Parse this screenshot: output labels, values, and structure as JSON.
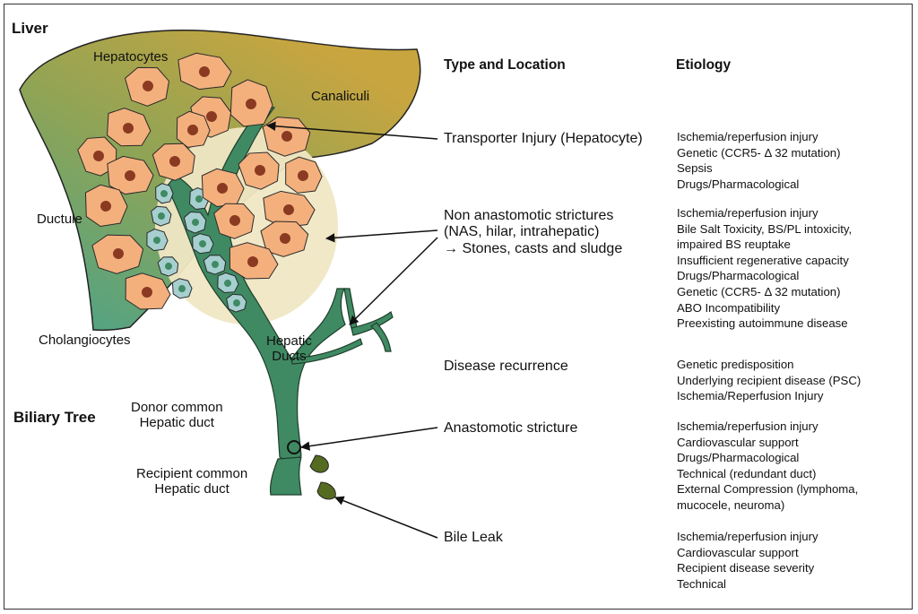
{
  "figure": {
    "sections": {
      "liver": "Liver",
      "biliary_tree": "Biliary Tree"
    },
    "anatomy": {
      "hepatocytes": "Hepatocytes",
      "canaliculi": "Canaliculi",
      "ductule": "Ductule",
      "cholangiocytes": "Cholangiocytes",
      "hepatic_ducts": "Hepatic\nDucts",
      "donor_duct": "Donor common\nHepatic duct",
      "recipient_duct": "Recipient common\nHepatic duct"
    },
    "headers": {
      "type_location": "Type and Location",
      "etiology": "Etiology"
    },
    "rows": [
      {
        "type": "Transporter Injury (Hepatocyte)",
        "etiology": [
          "Ischemia/reperfusion injury",
          "Genetic (CCR5- Δ 32 mutation)",
          "Sepsis",
          "Drugs/Pharmacological"
        ]
      },
      {
        "type": "Non anastomotic strictures\n(NAS, hilar, intrahepatic)\n→ Stones, casts and sludge",
        "etiology": [
          "Ischemia/reperfusion injury",
          "Bile Salt Toxicity, BS/PL intoxicity,\nimpaired BS reuptake",
          "Insufficient regenerative capacity",
          "Drugs/Pharmacological",
          "Genetic (CCR5- Δ 32 mutation)",
          "ABO Incompatibility",
          "Preexisting autoimmune disease"
        ]
      },
      {
        "type": "Disease recurrence",
        "etiology": [
          "Genetic predisposition",
          "Underlying recipient disease (PSC)",
          "Ischemia/Reperfusion Injury"
        ]
      },
      {
        "type": "Anastomotic stricture",
        "etiology": [
          "Ischemia/reperfusion injury",
          "Cardiovascular support",
          "Drugs/Pharmacological",
          "Technical (redundant duct)",
          "External Compression (lymphoma,\nmucocele, neuroma)"
        ]
      },
      {
        "type": "Bile Leak",
        "etiology": [
          "Ischemia/reperfusion injury",
          "Cardiovascular support",
          "Recipient disease severity",
          "Technical"
        ]
      }
    ],
    "colors": {
      "liver_top": "#c9a53f",
      "liver_left": "#4fa386",
      "hepatocyte": "#f3b07d",
      "nucleus": "#8b3a22",
      "cholangiocyte": "#a7cfd0",
      "duct": "#3f8a63",
      "halo": "#efe7c4",
      "leak": "#556b22"
    }
  }
}
